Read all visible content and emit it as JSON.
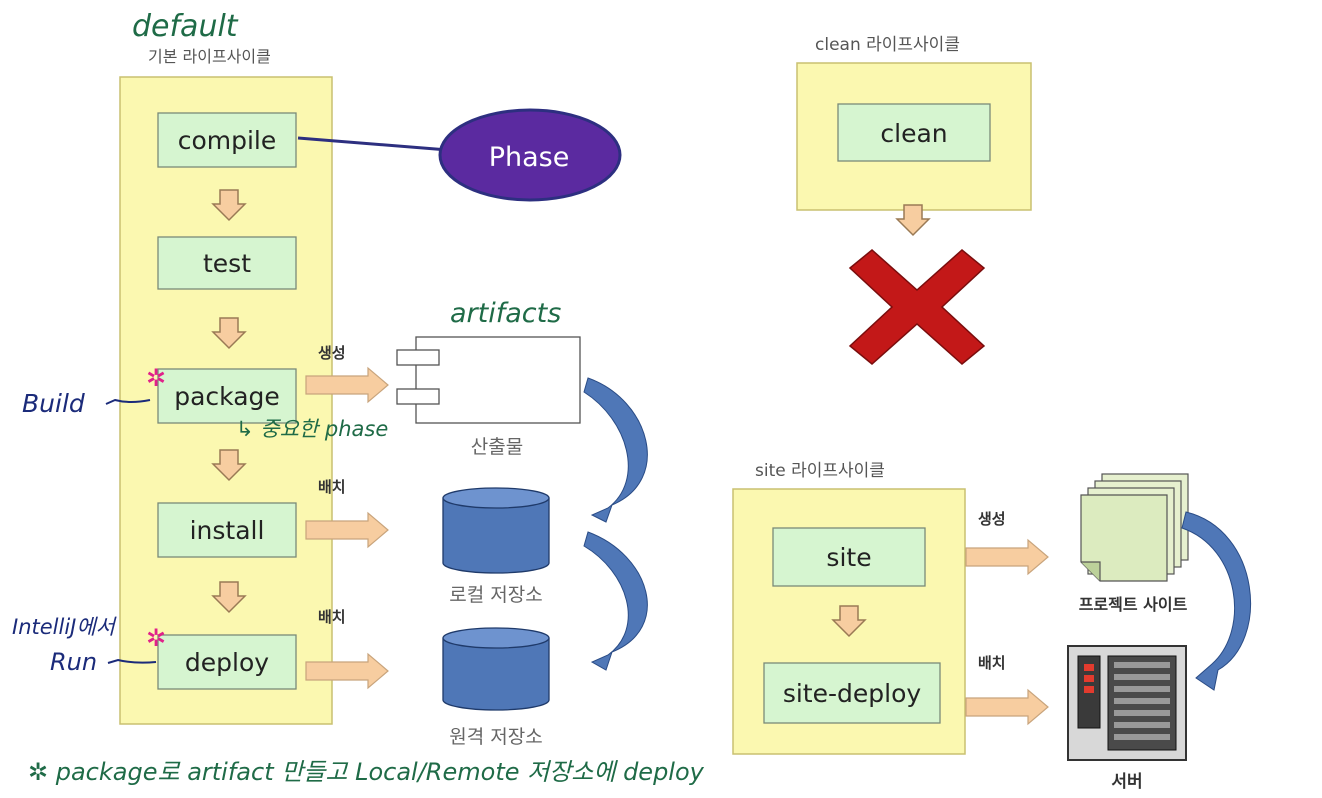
{
  "default_lifecycle": {
    "handwritten_name": "default",
    "caption": "기본 라이프사이클",
    "phases": [
      "compile",
      "test",
      "package",
      "install",
      "deploy"
    ]
  },
  "phase_callout": "Phase",
  "actions": {
    "generate": "생성",
    "deploy1": "배치",
    "deploy2": "배치"
  },
  "artifacts": {
    "handwritten": "artifacts",
    "caption": "산출물"
  },
  "repositories": {
    "local": "로컬 저장소",
    "remote": "원격 저장소"
  },
  "annotations": {
    "build": "Build",
    "important_phase": "↳ 중요한 phase",
    "intellij": "IntelliJ에서",
    "run": "Run",
    "footer": "✲ package로 artifact 만들고 Local/Remote 저장소에 deploy"
  },
  "clean_lifecycle": {
    "caption": "clean 라이프사이클",
    "phase": "clean"
  },
  "site_lifecycle": {
    "caption": "site 라이프사이클",
    "phases": [
      "site",
      "site-deploy"
    ],
    "generate": "생성",
    "deploy": "배치",
    "site_output": "프로젝트 사이트",
    "server": "서버"
  },
  "colors": {
    "lifecycle_fill": "#fbf8b0",
    "phase_fill": "#d6f5d0",
    "arrow_fill": "#f7cda0",
    "repo_fill": "#4f77b7",
    "callout_fill": "#5b2aa0",
    "cross": "#c31818"
  }
}
